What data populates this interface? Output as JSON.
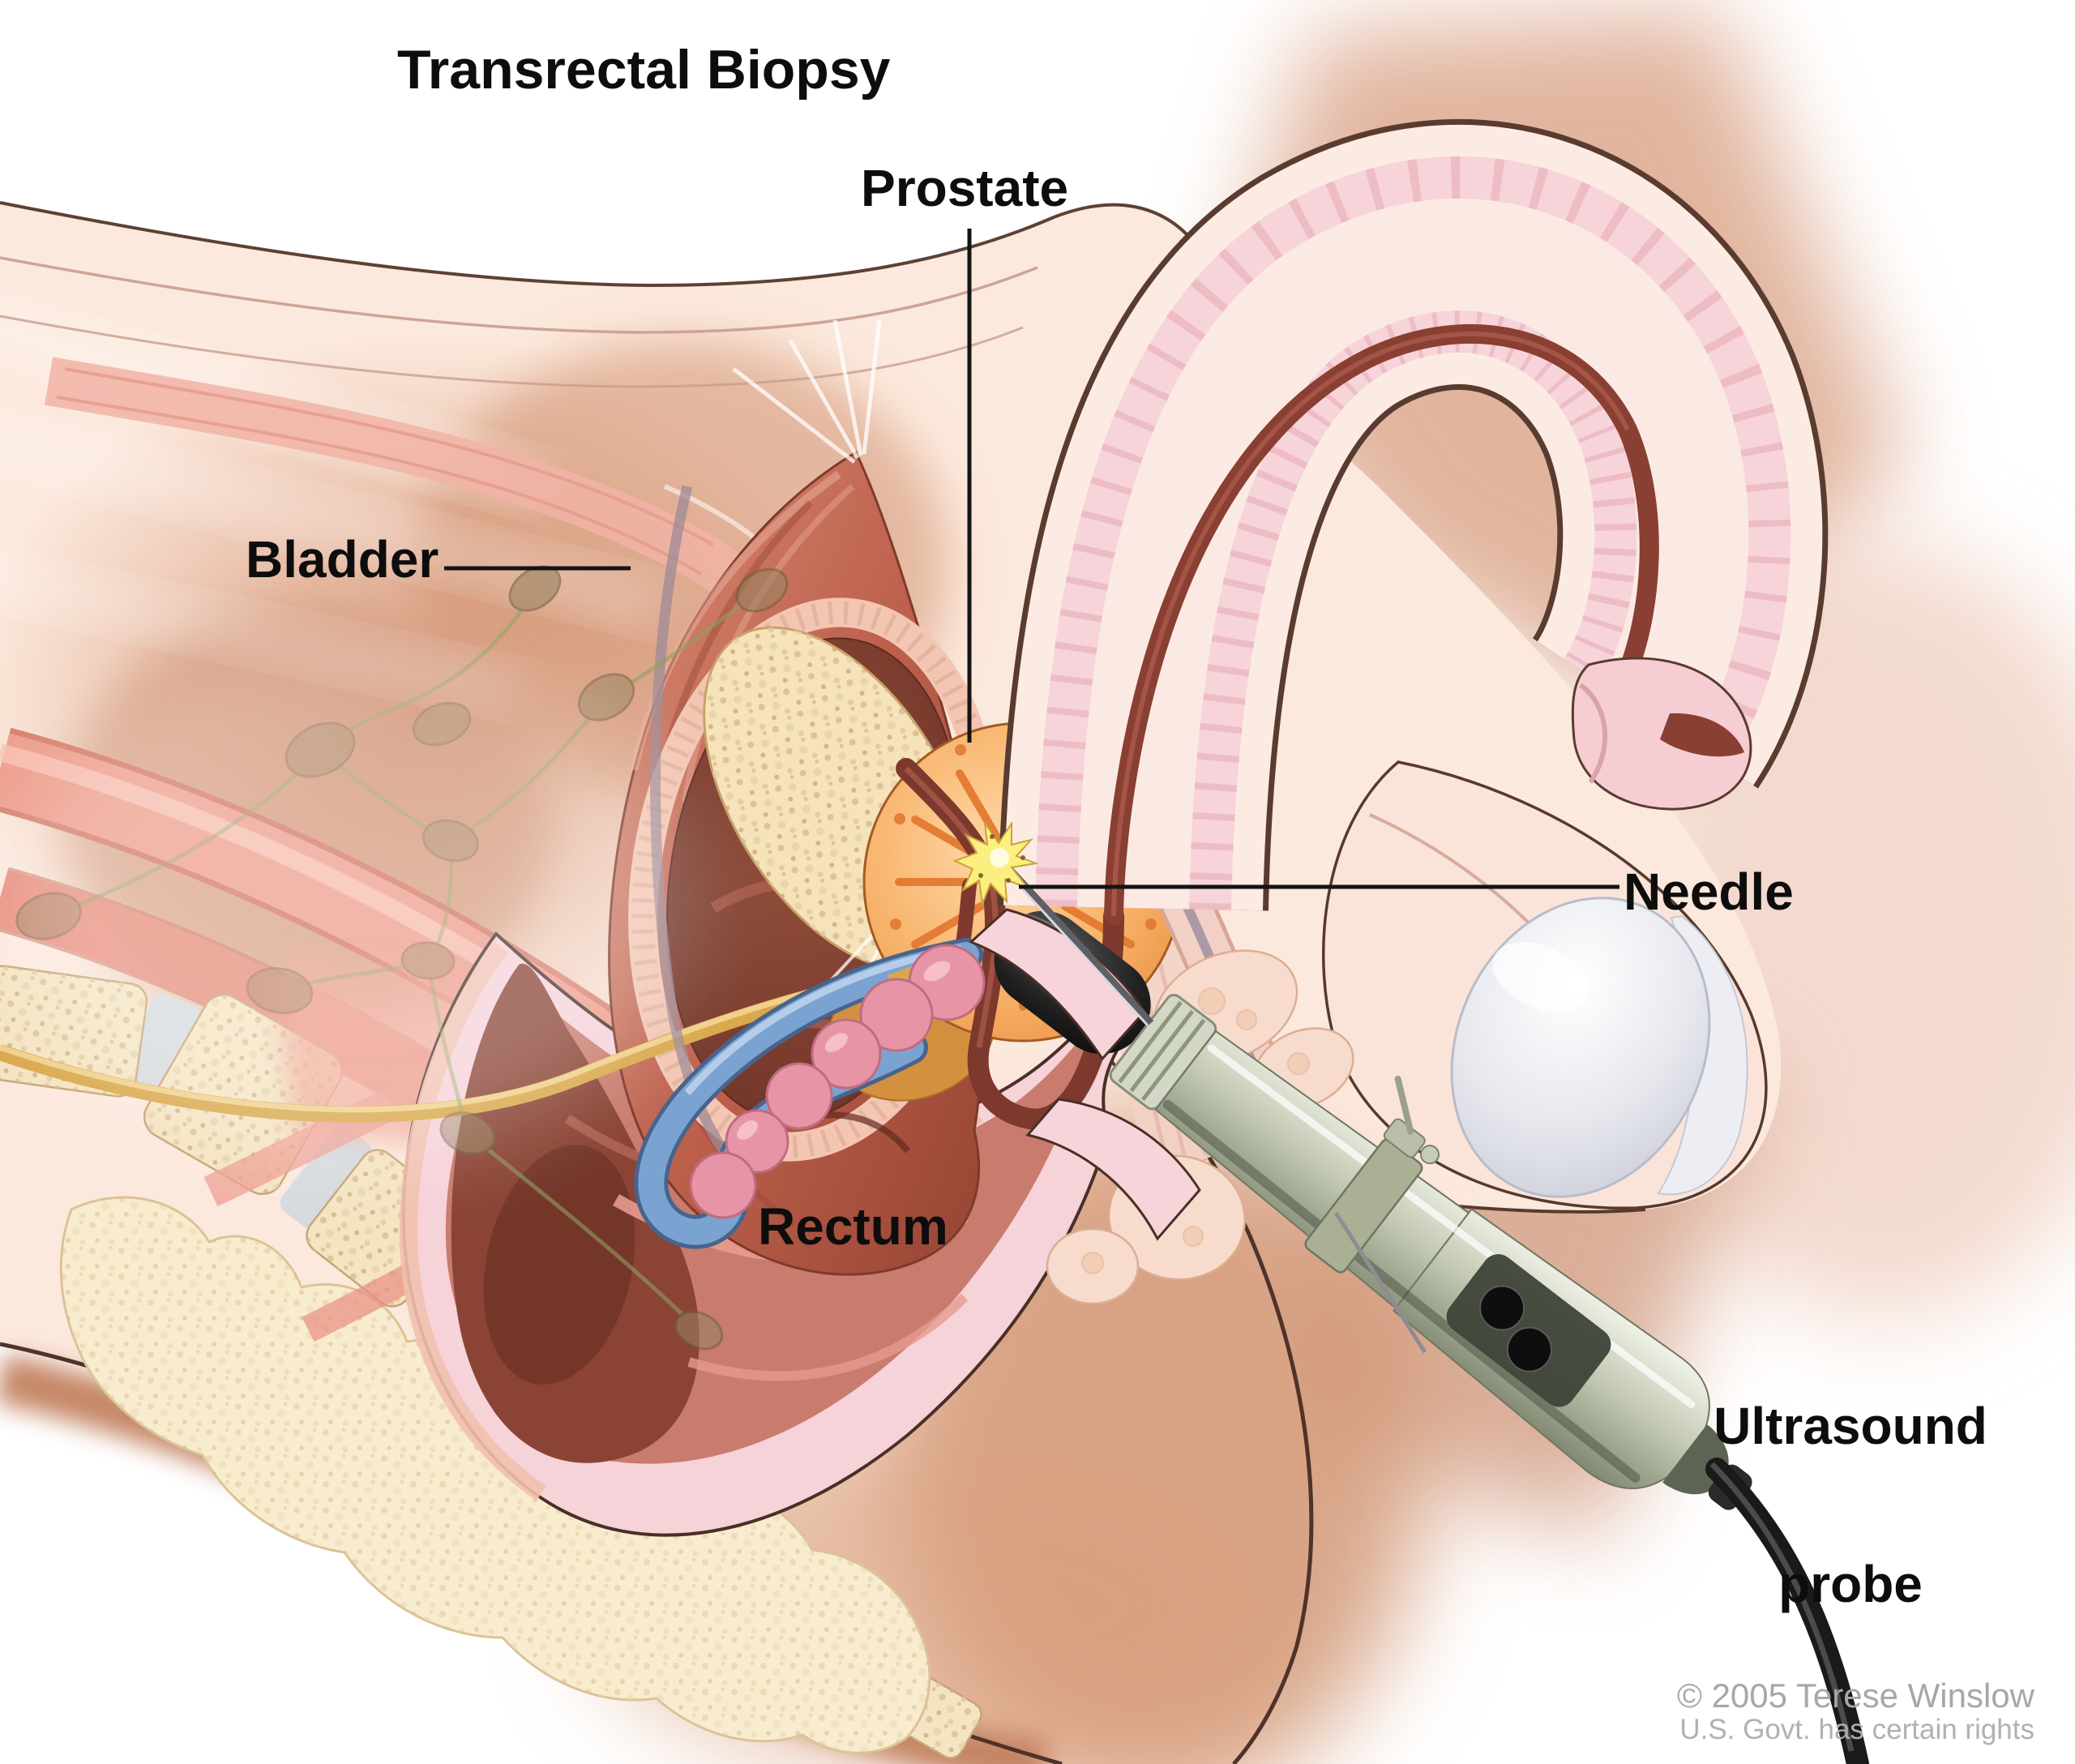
{
  "title": "Transrectal Biopsy",
  "labels": {
    "prostate": "Prostate",
    "bladder": "Bladder",
    "needle": "Needle",
    "rectum": "Rectum",
    "ultrasound_line1": "Ultrasound",
    "ultrasound_line2": "probe"
  },
  "credit": {
    "copyright": "© 2005 Terese Winslow",
    "rights": "U.S. Govt. has certain rights"
  },
  "colors": {
    "background": "#ffffff",
    "label_text": "#0d0d0d",
    "leader_line": "#141414",
    "credit_text": "#a7a7a9",
    "skin": "#fce9dd",
    "skin_shadow": "#d2997a",
    "bladder_wall": "#b95f4d",
    "bladder_interior": "#7d3d2f",
    "prostate": "#f2a159",
    "prostate_streak": "#e2762d",
    "rectum_wall": "#f6d2d9",
    "rectum_mucosa": "#c97b6e",
    "urethra": "#7d392e",
    "bone": "#f4e4c2",
    "cartilage": "#d6dade",
    "ureter_yellow": "#d9a84b",
    "vas_deferens_blue": "#7aa3d2",
    "seminal_vesicle_pink": "#e795a6",
    "testicle_gray": "#dcdde3",
    "probe_body_green": "#b3baa2",
    "probe_tip_black": "#1f1f1f",
    "needle_metal": "#63636a",
    "starburst_yellow": "#fbef80"
  }
}
